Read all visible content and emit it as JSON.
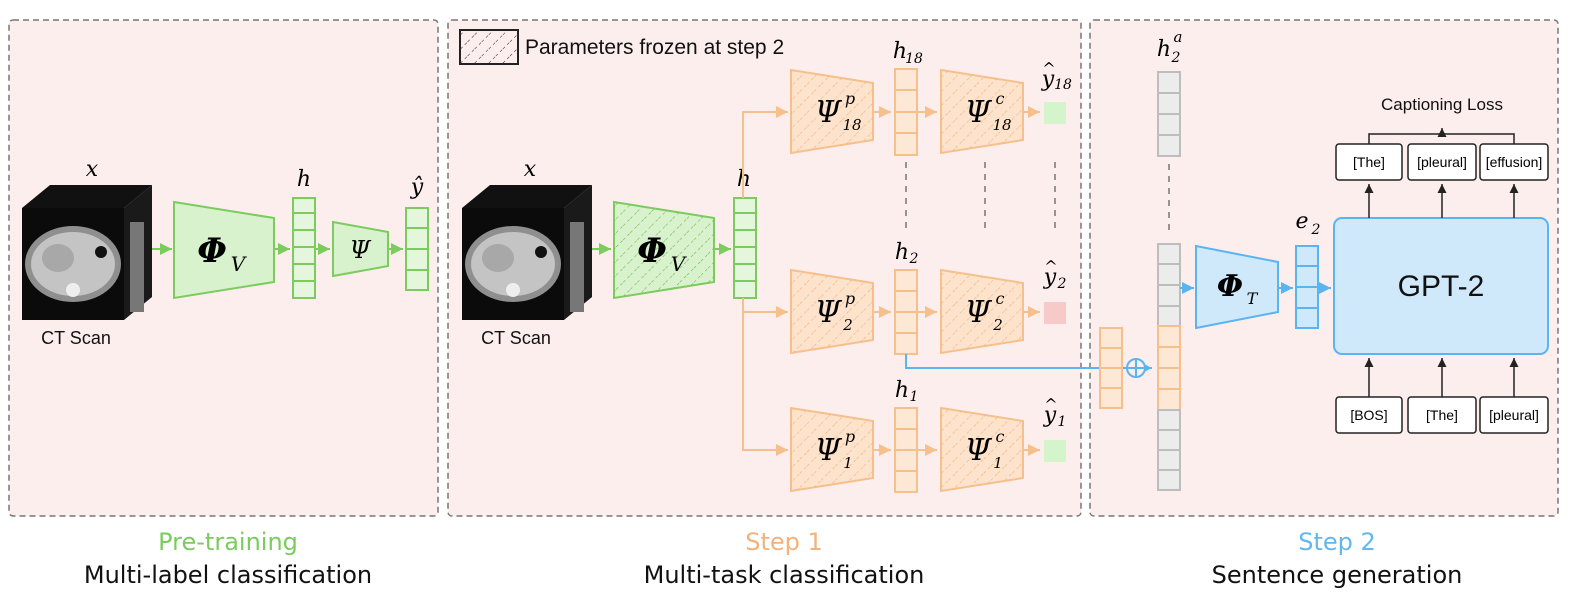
{
  "panels": {
    "pretraining": {
      "input_var": "x",
      "input_caption": "CT Scan",
      "encoder_label": "Φ",
      "encoder_sub": "V",
      "feature_label": "h",
      "classifier_label": "Ψ",
      "output_label": "ŷ",
      "stage_title": "Pre-training",
      "stage_subtitle": "Multi-label classification"
    },
    "step1": {
      "legend_text": "Parameters frozen at step 2",
      "input_var": "x",
      "input_caption": "CT Scan",
      "encoder_label": "Φ",
      "encoder_sub": "V",
      "feature_label": "h",
      "branches": [
        {
          "proj_label": "Ψ",
          "proj_sub": "18",
          "proj_sup": "p",
          "hidden": "h",
          "hidden_sub": "18",
          "cls_label": "Ψ",
          "cls_sub": "18",
          "cls_sup": "c",
          "out_label": "y",
          "out_sub": "18"
        },
        {
          "proj_label": "Ψ",
          "proj_sub": "2",
          "proj_sup": "p",
          "hidden": "h",
          "hidden_sub": "2",
          "cls_label": "Ψ",
          "cls_sub": "2",
          "cls_sup": "c",
          "out_label": "y",
          "out_sub": "2"
        },
        {
          "proj_label": "Ψ",
          "proj_sub": "1",
          "proj_sup": "p",
          "hidden": "h",
          "hidden_sub": "1",
          "cls_label": "Ψ",
          "cls_sub": "1",
          "cls_sup": "c",
          "out_label": "y",
          "out_sub": "1"
        }
      ],
      "stage_title": "Step 1",
      "stage_subtitle": "Multi-task classification"
    },
    "step2": {
      "concat_label": "h",
      "concat_sub": "2",
      "concat_sup": "a",
      "oplus": "⊕",
      "text_encoder_label": "Φ",
      "text_encoder_sub": "T",
      "embed_label": "e",
      "embed_sub": "2",
      "model_label": "GPT-2",
      "loss_label": "Captioning Loss",
      "output_tokens": [
        "[The]",
        "[pleural]",
        "[effusion]"
      ],
      "input_tokens": [
        "[BOS]",
        "[The]",
        "[pleural]"
      ],
      "stage_title": "Step 2",
      "stage_subtitle": "Sentence generation"
    }
  },
  "colors": {
    "panel_bg": "#fdeeee",
    "green": "#7ccb5e",
    "green_fill": "#d8f2cd",
    "orange": "#f6c08c",
    "orange_fill": "#fde3cc",
    "blue": "#5ab4f0",
    "blue_fill": "#cfe9fb",
    "gray": "#bdbdbd",
    "gray_fill": "#ececec",
    "pred_green": "#d4f5cc",
    "pred_red": "#f7c9c9",
    "title_green": "#7ccb5e",
    "title_orange": "#f3b27c",
    "title_blue": "#63b7ee"
  }
}
